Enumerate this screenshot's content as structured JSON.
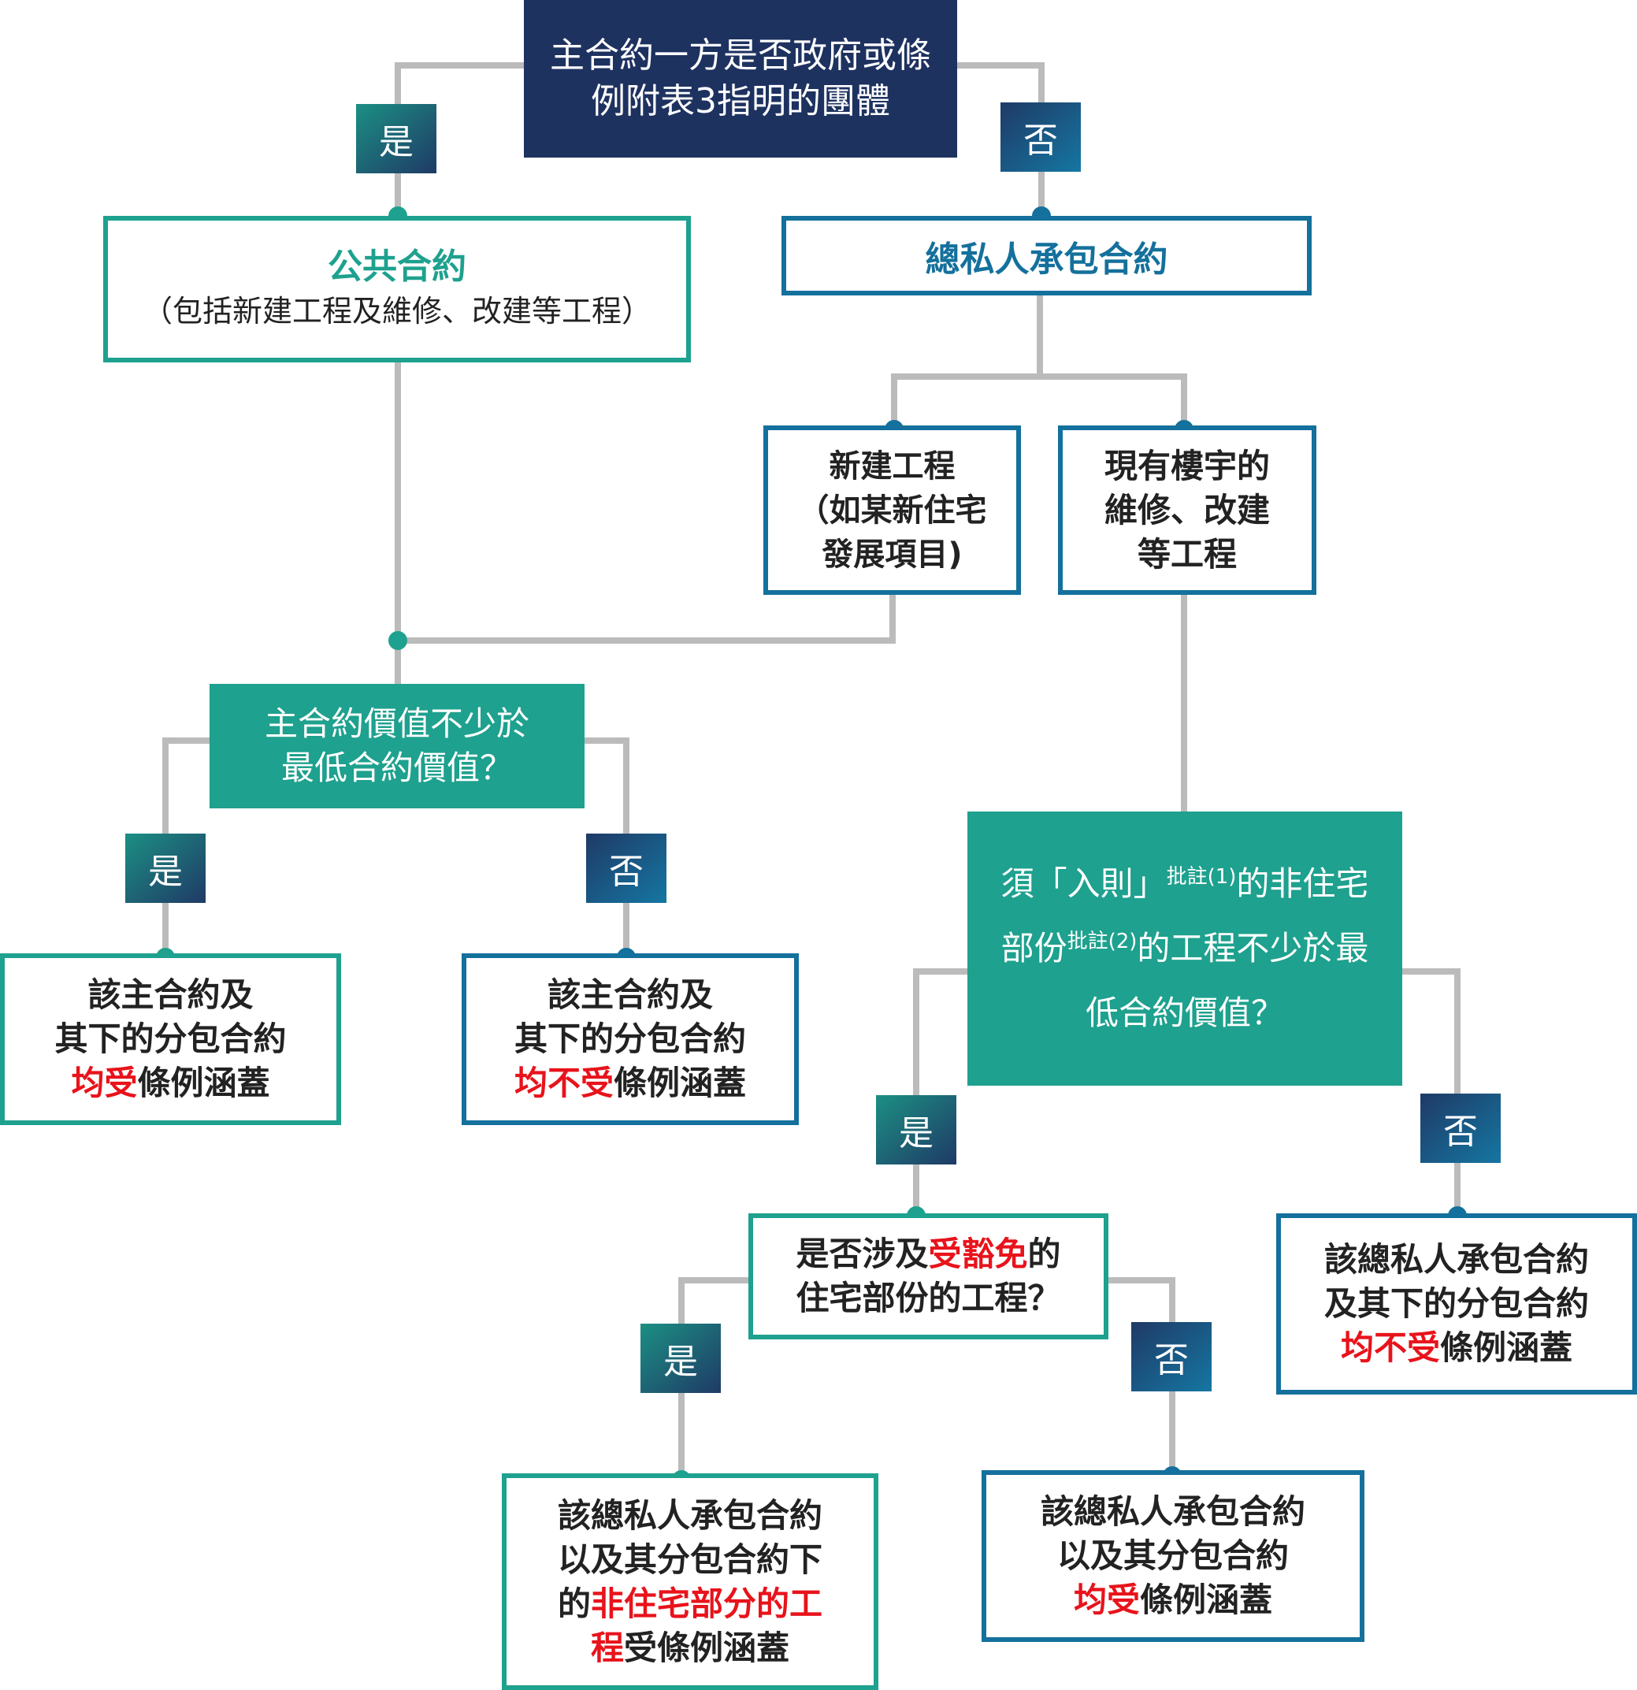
{
  "root": {
    "line1": "主合約一方是否政府或條",
    "line2": "例附表3指明的團體"
  },
  "root_yes": "是",
  "root_no": "否",
  "public_contract": {
    "title": "公共合約",
    "note": "（包括新建工程及維修、改建等工程）"
  },
  "main_private_contract": {
    "title": "總私人承包合約"
  },
  "new_works": {
    "line1": "新建工程",
    "line2": "（如某新住宅",
    "line3": "發展項目)"
  },
  "existing_works": {
    "line1": "現有樓宇的",
    "line2": "維修、改建",
    "line3": "等工程"
  },
  "q_value": {
    "line1": "主合約價值不少於",
    "line2": "最低合約價值？"
  },
  "q_value_yes": "是",
  "q_value_no": "否",
  "out_covered": {
    "line1": "該主合約及",
    "line2": "其下的分包合約",
    "red": "均受",
    "rest": "條例涵蓋"
  },
  "out_not_covered": {
    "line1": "該主合約及",
    "line2": "其下的分包合約",
    "red": "均不受",
    "rest": "條例涵蓋"
  },
  "q_nonres": {
    "line1_a": "須「入則」",
    "note1": "批註(1)",
    "line1_b": "的非住宅",
    "line2_a": "部份",
    "note2": "批註(2)",
    "line2_b": "的工程不少於最",
    "line3": "低合約價值？"
  },
  "q_nonres_yes": "是",
  "q_nonres_no": "否",
  "out_nonres_not_covered": {
    "line1": "該總私人承包合約",
    "line2": "及其下的分包合約",
    "red": "均不受",
    "rest": "條例涵蓋"
  },
  "q_exempt": {
    "line1_a": "是否涉及",
    "line1_red": "受豁免",
    "line1_b": "的",
    "line2": "住宅部份的工程？"
  },
  "q_exempt_yes": "是",
  "q_exempt_no": "否",
  "out_partial": {
    "line1": "該總私人承包合約",
    "line2": "以及其分包合約下",
    "line3_a": "的",
    "line3_red": "非住宅部分的工",
    "line4_red": "程",
    "line4_b": "受條例涵蓋"
  },
  "out_all_covered": {
    "line1": "該總私人承包合約",
    "line2": "以及其分包合約",
    "red": "均受",
    "rest": "條例涵蓋"
  },
  "colors": {
    "navy": "#1e3260",
    "teal": "#1ea18e",
    "blue": "#14709c",
    "red": "#e8131b",
    "connector": "#bbbbbb"
  }
}
